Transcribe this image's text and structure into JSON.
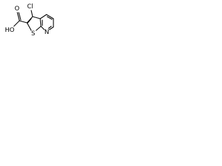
{
  "molecule": {
    "atoms": {
      "chlorine": "Cl",
      "oxygen_carbonyl": "O",
      "hydroxyl": "HO",
      "sulfur": "S",
      "nitrogen": "N"
    },
    "colors": {
      "bond": "#000000",
      "label": "#000000",
      "background": "#ffffff"
    }
  }
}
